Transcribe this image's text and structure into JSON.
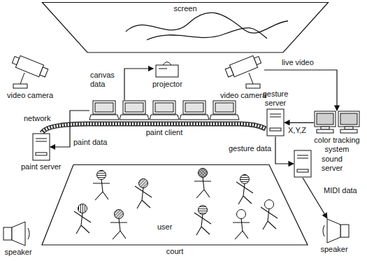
{
  "diagram": {
    "nodes": [
      {
        "text": [
          "screen"
        ]
      },
      {
        "text": [
          "video camera"
        ]
      },
      {
        "text": [
          "projector"
        ]
      },
      {
        "text": [
          "video camera"
        ]
      },
      {
        "text": [
          "paint client"
        ]
      },
      {
        "text": [
          "gesture server"
        ]
      },
      {
        "text": [
          "color tracking system"
        ]
      },
      {
        "text": [
          "paint server"
        ]
      },
      {
        "text": [
          "sound server"
        ]
      },
      {
        "text": [
          "court"
        ]
      },
      {
        "text": [
          "speaker"
        ]
      },
      {
        "text": [
          "speaker"
        ]
      }
    ],
    "edges": [
      {
        "from": 4,
        "to": 2,
        "label": "canvas data",
        "arrow": "to"
      },
      {
        "from": 4,
        "to": 7,
        "label": "paint data",
        "arrow": "to"
      },
      {
        "from": 3,
        "to": 6,
        "label": "live video",
        "arrow": "to"
      },
      {
        "from": 6,
        "to": 5,
        "label": "X,Y,Z",
        "arrow": "to"
      },
      {
        "from": 5,
        "to": 8,
        "label": "gesture data",
        "arrow": "to"
      },
      {
        "from": 8,
        "to": 11,
        "label": "MIDI data",
        "arrow": "to"
      }
    ],
    "labels": [
      "network",
      "user"
    ]
  }
}
